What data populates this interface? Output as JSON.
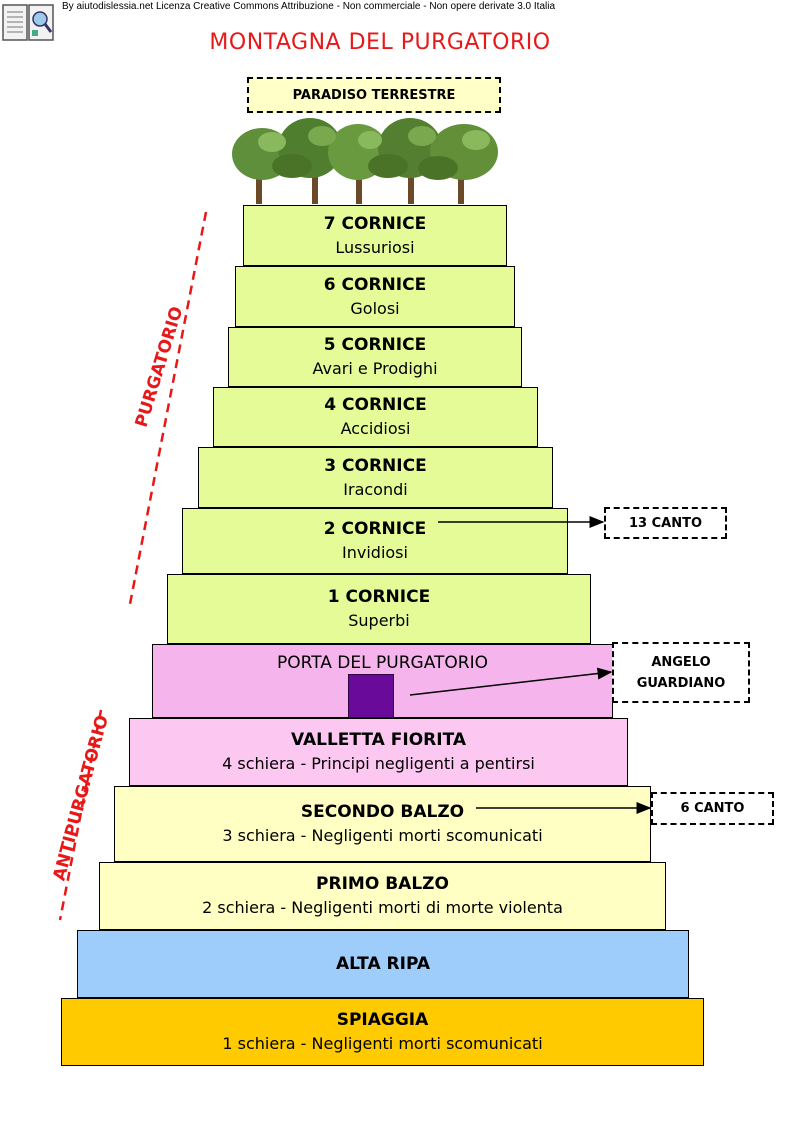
{
  "credit": "By aiutodislessia.net Licenza Creative Commons Attribuzione - Non commerciale - Non opere derivate 3.0 Italia",
  "title": "MONTAGNA DEL PURGATORIO",
  "paradise": "PARADISO TERRESTRE",
  "side_labels": {
    "purgatorio": "PURGATORIO",
    "antipurgatorio": "ANTIPURGATORIO"
  },
  "tiers": [
    {
      "title": "7 CORNICE",
      "subtitle": "Lussuriosi"
    },
    {
      "title": "6 CORNICE",
      "subtitle": "Golosi"
    },
    {
      "title": "5 CORNICE",
      "subtitle": "Avari e Prodighi"
    },
    {
      "title": "4 CORNICE",
      "subtitle": "Accidiosi"
    },
    {
      "title": "3 CORNICE",
      "subtitle": "Iracondi"
    },
    {
      "title": "2 CORNICE",
      "subtitle": "Invidiosi"
    },
    {
      "title": "1 CORNICE",
      "subtitle": "Superbi"
    },
    {
      "title": "PORTA DEL PURGATORIO",
      "subtitle": ""
    },
    {
      "title": "VALLETTA FIORITA",
      "subtitle": "4 schiera - Principi negligenti a pentirsi"
    },
    {
      "title": "SECONDO BALZO",
      "subtitle": "3 schiera - Negligenti morti scomunicati"
    },
    {
      "title": "PRIMO BALZO",
      "subtitle": "2 schiera - Negligenti morti di morte violenta"
    },
    {
      "title": "ALTA RIPA",
      "subtitle": ""
    },
    {
      "title": "SPIAGGIA",
      "subtitle": "1 schiera  - Negligenti morti scomunicati"
    }
  ],
  "callouts": {
    "canto13": "13 CANTO",
    "angelo_line1": "ANGELO",
    "angelo_line2": "GUARDIANO",
    "canto6": "6 CANTO"
  },
  "colors": {
    "title": "#e81818",
    "cornice": "#e5fb97",
    "porta": "#f6b4ec",
    "valletta": "#fcc8f2",
    "balzo": "#ffffc3",
    "alta_ripa": "#9ecdfc",
    "spiaggia": "#ffcb00",
    "gate": "#6a0a9a"
  }
}
